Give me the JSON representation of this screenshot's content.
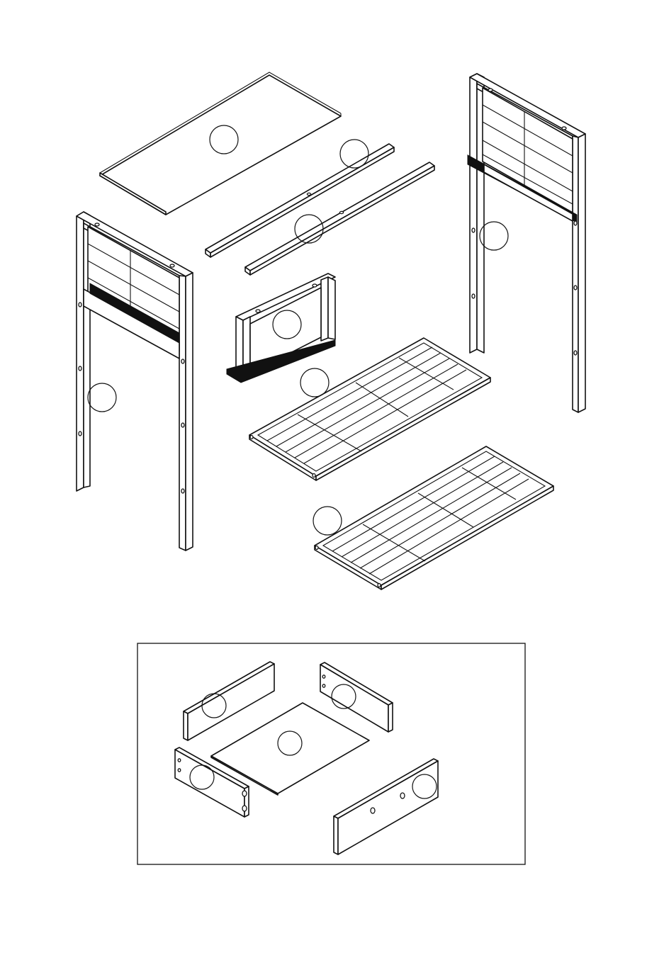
{
  "figure": {
    "kind": "exploded furniture assembly diagram",
    "callout_circles_unlabeled": true,
    "line_color": "#111111",
    "background": "#ffffff"
  },
  "parts": [
    {
      "name": "top-panel",
      "callout": ""
    },
    {
      "name": "rail-back",
      "callout": ""
    },
    {
      "name": "rail-front",
      "callout": ""
    },
    {
      "name": "right-side-frame",
      "callout": ""
    },
    {
      "name": "left-side-frame",
      "callout": ""
    },
    {
      "name": "center-divider-frame",
      "callout": ""
    },
    {
      "name": "upper-slatted-shelf",
      "callout": ""
    },
    {
      "name": "lower-slatted-shelf",
      "callout": ""
    }
  ],
  "drawer_inset": {
    "parts": [
      {
        "name": "drawer-side-left",
        "callout": ""
      },
      {
        "name": "drawer-side-right",
        "callout": ""
      },
      {
        "name": "drawer-bottom",
        "callout": ""
      },
      {
        "name": "drawer-back",
        "callout": ""
      },
      {
        "name": "drawer-front",
        "callout": ""
      }
    ]
  }
}
